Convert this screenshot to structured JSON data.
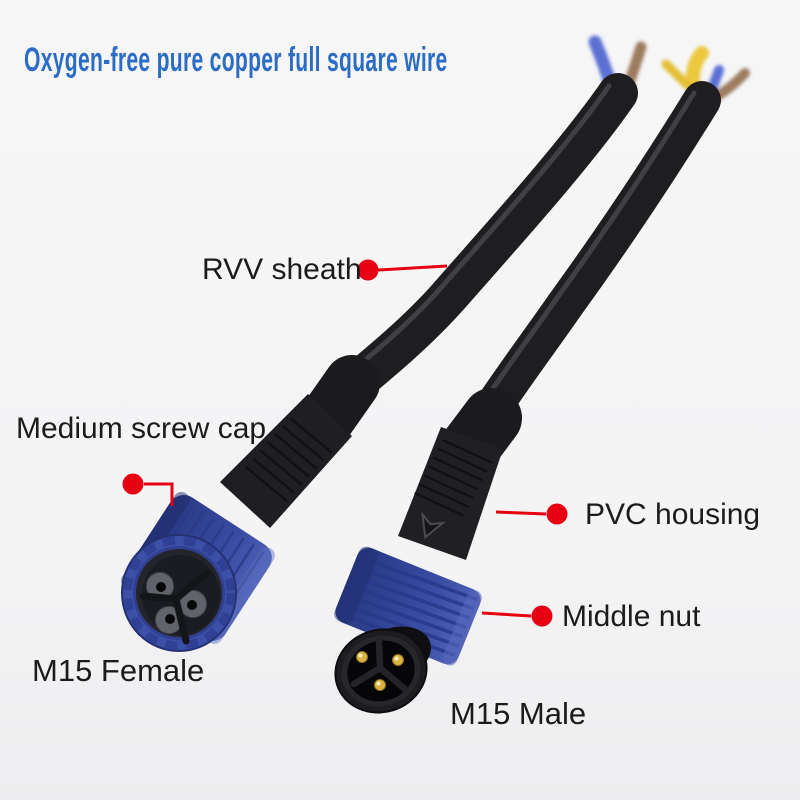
{
  "title": "Oxygen-free pure copper full square wire",
  "callouts": {
    "rvv_sheath": {
      "label": "RVV sheath"
    },
    "medium_screw_cap": {
      "label": "Medium screw cap"
    },
    "pvc_housing": {
      "label": "PVC housing"
    },
    "middle_nut": {
      "label": "Middle nut"
    }
  },
  "captions": {
    "m15_female": {
      "label": "M15 Female"
    },
    "m15_male": {
      "label": "M15 Male"
    }
  },
  "colors": {
    "background": "#f5f5f6",
    "title_blue": "#2b6cc4",
    "label_text": "#1b1b1b",
    "callout_red": "#e60012",
    "cable_black": "#1e1e20",
    "connector_blue": "#3a4da4",
    "pin_gold": "#d9b441",
    "wire_yellow": "#ecc83d",
    "wire_blue": "#5c6fd4",
    "wire_brown": "#9c7b5f"
  }
}
